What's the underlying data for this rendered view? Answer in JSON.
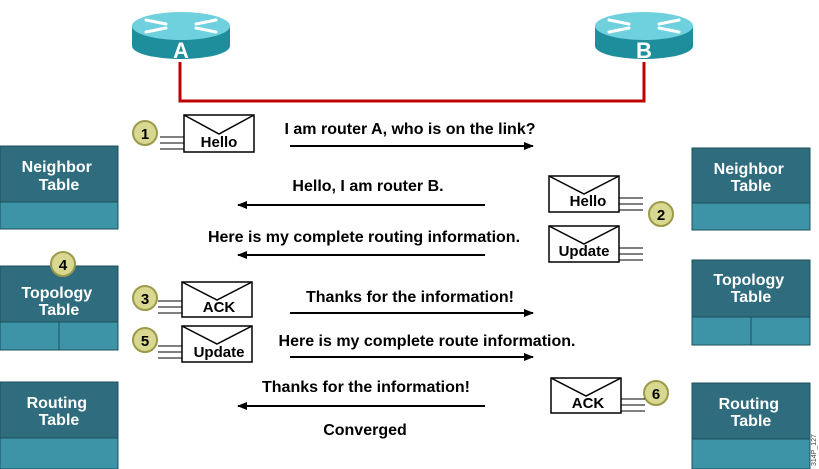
{
  "routers": {
    "a": {
      "label": "A",
      "icon": "router-icon"
    },
    "b": {
      "label": "B",
      "icon": "router-icon"
    }
  },
  "tables": {
    "left": {
      "neighbor": "Neighbor Table",
      "topology": "Topology Table",
      "routing": "Routing Table"
    },
    "right": {
      "neighbor": "Neighbor Table",
      "topology": "Topology Table",
      "routing": "Routing Table"
    }
  },
  "steps": [
    "1",
    "2",
    "3",
    "4",
    "5",
    "6"
  ],
  "packets": {
    "hello_a": "Hello",
    "hello_b": "Hello",
    "update_b": "Update",
    "ack_a": "ACK",
    "update_a": "Update",
    "ack_b": "ACK"
  },
  "messages": {
    "m1": "I am router A, who is on the link?",
    "m2": "Hello, I am router B.",
    "m3": "Here is my complete routing information.",
    "m4": "Thanks for the information!",
    "m5": "Here is my complete route information.",
    "m6": "Thanks for the information!",
    "m7": "Converged"
  },
  "figure_id": "314P_127",
  "colors": {
    "table_header": "#2E6C7E",
    "table_body": "#3C94A6",
    "link": "#C00000",
    "badge_fill": "#D8D890",
    "badge_stroke": "#9A9A4A",
    "router_top": "#6FD0DE",
    "router_side": "#1F8E9C"
  }
}
